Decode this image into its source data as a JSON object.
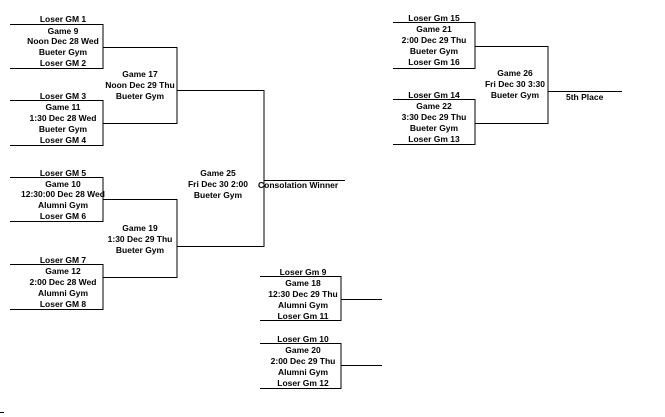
{
  "colors": {
    "line": "#000000",
    "text": "#000000",
    "background": "#ffffff"
  },
  "g9": {
    "top": "Loser GM 1",
    "l1": "Game 9",
    "l2": "Noon Dec 28 Wed",
    "l3": "Bueter Gym",
    "bottom": "Loser GM 2"
  },
  "g11": {
    "top": "Loser GM 3",
    "l1": "Game 11",
    "l2": "1:30 Dec 28 Wed",
    "l3": "Bueter Gym",
    "bottom": "Loser GM 4"
  },
  "g10": {
    "top": "Loser GM 5",
    "l1": "Game 10",
    "l2": "12:30:00 Dec 28 Wed",
    "l3": "Alumni Gym",
    "bottom": "Loser GM 6"
  },
  "g12": {
    "top": "Loser GM 7",
    "l1": "Game 12",
    "l2": "2:00 Dec 28 Wed",
    "l3": "Alumni Gym",
    "bottom": "Loser GM 8"
  },
  "g17": {
    "l1": "Game 17",
    "l2": "Noon Dec 29 Thu",
    "l3": "Bueter Gym"
  },
  "g19": {
    "l1": "Game 19",
    "l2": "1:30 Dec 29 Thu",
    "l3": "Bueter Gym"
  },
  "g25": {
    "l1": "Game 25",
    "l2": "Fri Dec 30 2:00",
    "l3": "Bueter Gym"
  },
  "consolation_winner": "Consolation Winner",
  "g21": {
    "top": "Loser Gm 15",
    "l1": "Game 21",
    "l2": "2:00 Dec 29 Thu",
    "l3": "Bueter Gym",
    "bottom": "Loser Gm 16"
  },
  "g22": {
    "top": "Loser Gm 14",
    "l1": "Game 22",
    "l2": "3:30 Dec 29 Thu",
    "l3": "Bueter Gym",
    "bottom": "Loser Gm 13"
  },
  "g26": {
    "l1": "Game 26",
    "l2": "Fri Dec 30 3:30",
    "l3": "Bueter Gym"
  },
  "fifth_place": "5th Place",
  "g18": {
    "top": "Loser Gm 9",
    "l1": "Game 18",
    "l2": "12:30 Dec 29 Thu",
    "l3": "Alumni Gym",
    "bottom": "Loser Gm 11"
  },
  "g20": {
    "top": "Loser Gm 10",
    "l1": "Game 20",
    "l2": "2:00 Dec 29 Thu",
    "l3": "Alumni Gym",
    "bottom": "Loser Gm 12"
  }
}
